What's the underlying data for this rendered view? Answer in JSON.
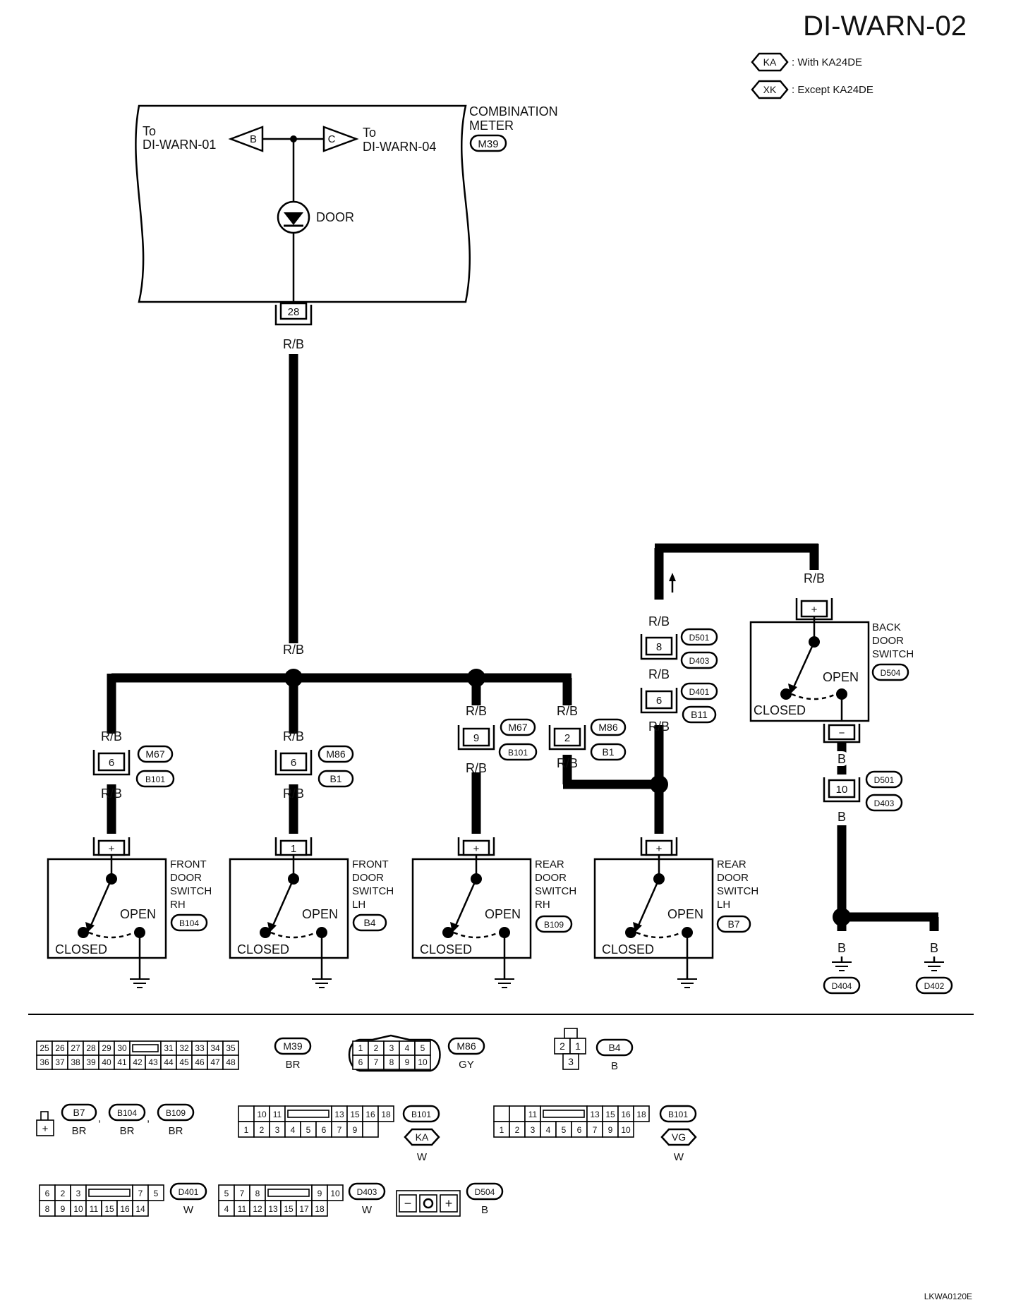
{
  "header": {
    "page_code": "DI-WARN-02",
    "legend": [
      {
        "badge": "KA",
        "text": ": With KA24DE"
      },
      {
        "badge": "XK",
        "text": ": Except KA24DE"
      }
    ]
  },
  "combination_meter": {
    "name_line1": "COMBINATION",
    "name_line2": "METER",
    "connector": "M39",
    "left_ref_to": "To",
    "left_ref_page": "DI-WARN-01",
    "left_ref_letter": "B",
    "right_ref_to": "To",
    "right_ref_page": "DI-WARN-04",
    "right_ref_letter": "C",
    "lamp_label": "DOOR",
    "terminal": "28",
    "wire_color": "R/B"
  },
  "bus": {
    "wire_color": "R/B"
  },
  "switch_common": {
    "open": "OPEN",
    "closed": "CLOSED"
  },
  "front_rh": {
    "wire_top": "R/B",
    "pin": "6",
    "conn_a": "M67",
    "conn_b": "B101",
    "wire_bottom": "R/B",
    "term": "+",
    "name_l1": "FRONT",
    "name_l2": "DOOR",
    "name_l3": "SWITCH",
    "name_l4": "RH",
    "conn": "B104"
  },
  "front_lh": {
    "wire_top": "R/B",
    "pin": "6",
    "conn_a": "M86",
    "conn_b": "B1",
    "wire_bottom": "R/B",
    "term": "1",
    "name_l1": "FRONT",
    "name_l2": "DOOR",
    "name_l3": "SWITCH",
    "name_l4": "LH",
    "conn": "B4"
  },
  "rear_rh": {
    "wire_top": "R/B",
    "pin": "9",
    "conn_a": "M67",
    "conn_b": "B101",
    "wire_bottom": "R/B",
    "term": "+",
    "name_l1": "REAR",
    "name_l2": "DOOR",
    "name_l3": "SWITCH",
    "name_l4": "RH",
    "conn": "B109"
  },
  "rear_lh": {
    "wire_top": "R/B",
    "pin": "2",
    "conn_a": "M86",
    "conn_b": "B1",
    "wire_bottom": "R/B",
    "term": "+",
    "name_l1": "REAR",
    "name_l2": "DOOR",
    "name_l3": "SWITCH",
    "name_l4": "LH",
    "conn": "B7",
    "upper_wire_1": "R/B",
    "upper_pin_1": "8",
    "upper_conn_1a": "D501",
    "upper_conn_1b": "D403",
    "upper_wire_2": "R/B",
    "upper_pin_2": "6",
    "upper_conn_2a": "D401",
    "upper_conn_2b": "B11",
    "upper_wire_3": "R/B"
  },
  "back_door": {
    "wire_top": "R/B",
    "term_top": "+",
    "name_l1": "BACK",
    "name_l2": "DOOR",
    "name_l3": "SWITCH",
    "conn": "D504",
    "term_bottom": "−",
    "wire_mid": "B",
    "pin": "10",
    "conn_a": "D501",
    "conn_b": "D403",
    "wire_bottom": "B",
    "ground_left_wire": "B",
    "ground_left": "D404",
    "ground_right_wire": "B",
    "ground_right": "D402"
  },
  "connector_faces": {
    "m39": {
      "row1": [
        "25",
        "26",
        "27",
        "28",
        "29",
        "30",
        "31",
        "32",
        "33",
        "34",
        "35"
      ],
      "row2": [
        "36",
        "37",
        "38",
        "39",
        "40",
        "41",
        "42",
        "43",
        "44",
        "45",
        "46",
        "47",
        "48"
      ],
      "id": "M39",
      "color": "BR"
    },
    "m86": {
      "row1": [
        "1",
        "2",
        "3",
        "4",
        "5"
      ],
      "row2": [
        "6",
        "7",
        "8",
        "9",
        "10"
      ],
      "id": "M86",
      "color": "GY"
    },
    "b4": {
      "pins": [
        "2",
        "1",
        "3"
      ],
      "id": "B4",
      "color": "B"
    },
    "b7": {
      "ids": [
        "B7",
        "B104",
        "B109"
      ],
      "colors": [
        "BR",
        "BR",
        "BR"
      ],
      "term": "+",
      "sep": ","
    },
    "b101_ka": {
      "row1": [
        "10",
        "11",
        "13",
        "15",
        "16",
        "18"
      ],
      "row2": [
        "1",
        "2",
        "3",
        "4",
        "5",
        "6",
        "7",
        "9"
      ],
      "id": "B101",
      "variant": "KA",
      "color": "W"
    },
    "b101_vg": {
      "row1": [
        "11",
        "13",
        "15",
        "16",
        "18"
      ],
      "row2": [
        "1",
        "2",
        "3",
        "4",
        "5",
        "6",
        "7",
        "9",
        "10"
      ],
      "id": "B101",
      "variant": "VG",
      "color": "W"
    },
    "d401": {
      "row1": [
        "6",
        "2",
        "3",
        "7",
        "5"
      ],
      "row2": [
        "8",
        "9",
        "10",
        "11",
        "15",
        "16",
        "14"
      ],
      "id": "D401",
      "color": "W"
    },
    "d403": {
      "row1": [
        "5",
        "7",
        "8",
        "9",
        "10"
      ],
      "row2": [
        "4",
        "11",
        "12",
        "13",
        "15",
        "17",
        "18"
      ],
      "id": "D403",
      "color": "W"
    },
    "d504": {
      "minus": "−",
      "plus": "+",
      "id": "D504",
      "color": "B"
    }
  },
  "footer": {
    "figure_code": "LKWA0120E"
  }
}
